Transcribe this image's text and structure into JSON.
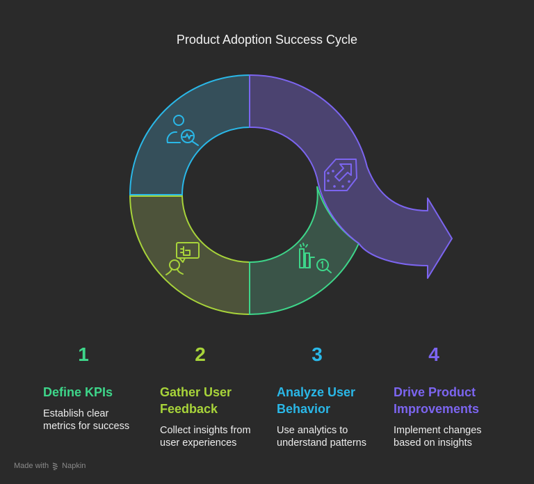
{
  "title": "Product Adoption Success Cycle",
  "colors": {
    "background": "#2a2a2a",
    "step1": "#3ed68a",
    "step2": "#a8d43a",
    "step3": "#2ab8e8",
    "step4": "#7c65f0"
  },
  "diagram": {
    "segments": [
      {
        "name": "analyze-user-behavior",
        "position": "top-left",
        "icon": "user-analytics-icon",
        "stroke": "#2ab8e8",
        "fill": "#354f5a"
      },
      {
        "name": "gather-user-feedback",
        "position": "bottom-left",
        "icon": "user-feedback-icon",
        "stroke": "#a8d43a",
        "fill": "#4d533a"
      },
      {
        "name": "define-kpis",
        "position": "bottom-right",
        "icon": "kpi-chart-icon",
        "stroke": "#3ed68a",
        "fill": "#3a5448"
      },
      {
        "name": "drive-product-improvements",
        "position": "top-right-arrow",
        "icon": "improvement-arrow-icon",
        "stroke": "#7c65f0",
        "fill": "#4b4370"
      }
    ]
  },
  "steps": [
    {
      "number": "1",
      "heading": "Define KPIs",
      "description": "Establish clear metrics for success"
    },
    {
      "number": "2",
      "heading": "Gather User Feedback",
      "description": "Collect insights from user experiences"
    },
    {
      "number": "3",
      "heading": "Analyze User Behavior",
      "description": "Use analytics to understand patterns"
    },
    {
      "number": "4",
      "heading": "Drive Product Improvements",
      "description": "Implement changes based on insights"
    }
  ],
  "footer": {
    "made_with": "Made with",
    "brand": "Napkin"
  }
}
